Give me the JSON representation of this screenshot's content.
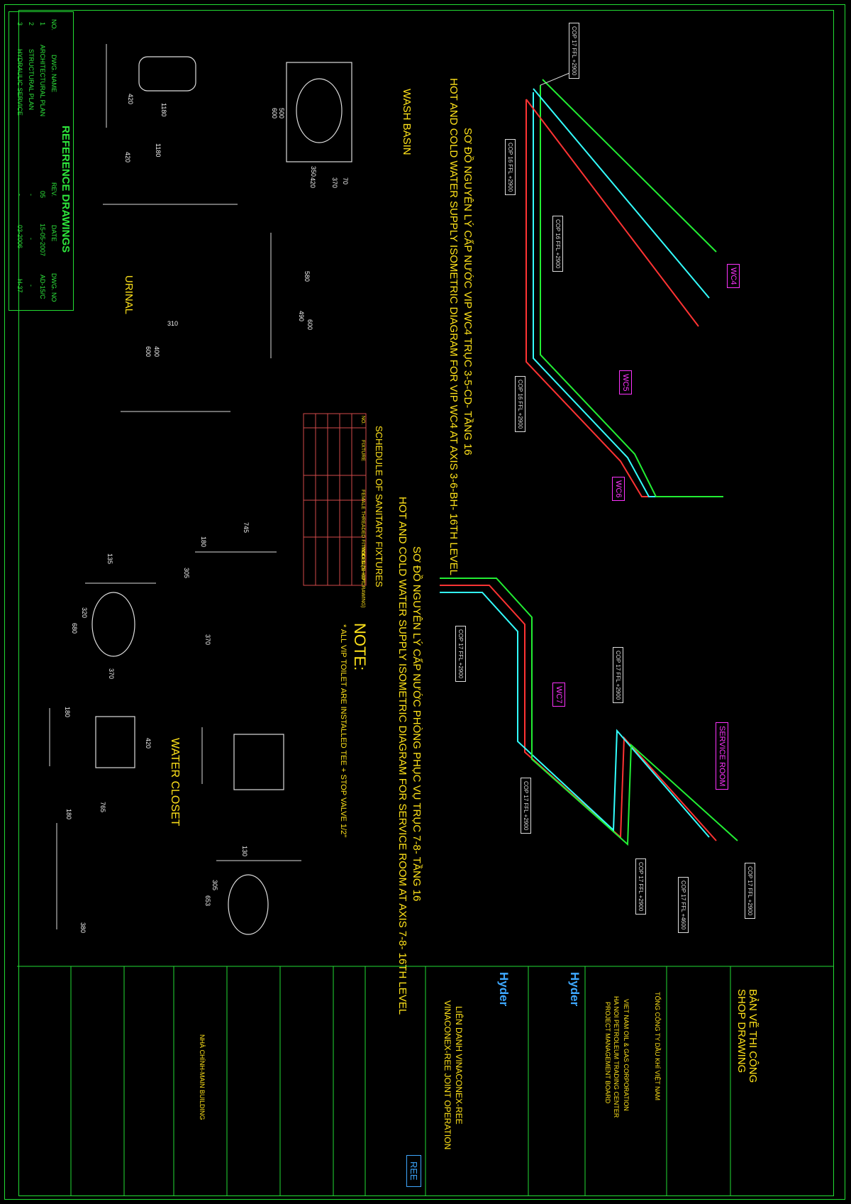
{
  "reference": {
    "title": "REFERENCE DRAWINGS",
    "headers": [
      "NO.",
      "DWG. NAME",
      "REV.",
      "DATE",
      "DWG. NO"
    ],
    "rows": [
      {
        "no": "1",
        "name": "ARCHITECTURAL PLAN",
        "rev": "05",
        "date": "15-05-2007",
        "dwg": "AD-15/C"
      },
      {
        "no": "2",
        "name": "STRUCTURAL PLAN",
        "rev": "-",
        "date": "-",
        "dwg": "-"
      },
      {
        "no": "3",
        "name": "HYDRAULIC SERVICE",
        "rev": "-",
        "date": "03-2006",
        "dwg": "H-37"
      }
    ]
  },
  "diagram_top": {
    "title_vn": "SƠ ĐỒ NGUYÊN LÝ CẤP NƯỚC VIP WC4 TRỤC 3-5-CD- TẦNG 16",
    "title_en": "HOT AND COLD WATER SUPPLY ISOMETRIC DIAGRAM FOR VIP WC4 AT AXIS 3-6-BH- 16TH LEVEL",
    "tags": [
      "WC4",
      "WC5",
      "WC6"
    ],
    "boxes": [
      "COP 17 FFL +2900",
      "COP 16 FFL +2900",
      "COP 16 FFL +2900",
      "COP 16 FFL +2900"
    ]
  },
  "diagram_bottom": {
    "title_vn": "SƠ ĐỒ NGUYÊN LÝ CẤP NƯỚC PHÒNG PHỤC VỤ TRỤC 7-8- TẦNG 16",
    "title_en": "HOT AND COLD WATER SUPPLY ISOMETRIC DIAGRAM FOR SERVICE ROOM AT AXIS 7-8- 16TH LEVEL",
    "tags": [
      "WC7",
      "SERVICE ROOM"
    ],
    "boxes": [
      "COP 17 FFL +2900",
      "COP 17 FFL +2900",
      "COP 17 FFL +2900",
      "COP 17 FFL +2900",
      "COP 17 FFL +4600",
      "COP 17 FFL +2900"
    ]
  },
  "note": {
    "title": "NOTE:",
    "text": "* ALL VIP TOILET ARE INSTALLED TEE + STOP VALVE 1/2\""
  },
  "schedule": {
    "title": "SCHEDULE OF SANITARY FIXTURES",
    "headers": [
      "NO.",
      "FIXTURE",
      "FEMALE THREADED FITTING SIZE HOT",
      "COLD",
      "MODEL (SHOP DRAWING)"
    ]
  },
  "fixtures": {
    "wash_basin": "WASH BASIN",
    "urinal": "URINAL",
    "water_closet": "WATER CLOSET",
    "dims": [
      "420",
      "1180",
      "1180",
      "420",
      "600",
      "500",
      "350",
      "420",
      "370",
      "70",
      "580",
      "490",
      "600",
      "310",
      "400",
      "600",
      "745",
      "180",
      "305",
      "370",
      "135",
      "370",
      "320",
      "680",
      "180",
      "420",
      "765",
      "180",
      "380",
      "130",
      "305",
      "653"
    ]
  },
  "title_block": {
    "vn": "BẢN VẼ THI CÔNG",
    "en": "SHOP DRAWING",
    "client_vn": "TỔNG CÔNG TY DẦU KHÍ VIỆT NAM",
    "client_en": "VIET NAM OIL & GAS CORPORATION",
    "project_en": "HA NOI PETROLEUM TRADING CENTER",
    "board": "PROJECT MANAGEMENT BOARD",
    "consultant": "Hyder",
    "contractor_vn": "LIÊN DANH VINACONEX-REE",
    "contractor_en": "VINACONEX-REE JOINT OPERATION",
    "building": "NHÀ CHÍNH-MAIN BUILDING",
    "ree_logo": "REE"
  },
  "colors": {
    "frame": "#22dd33",
    "text": "#ffe21a",
    "hot": "#ff3333",
    "cold": "#33ffff",
    "green": "#22ee33",
    "magenta": "#ff33ff",
    "schedule": "#d24a4a"
  }
}
